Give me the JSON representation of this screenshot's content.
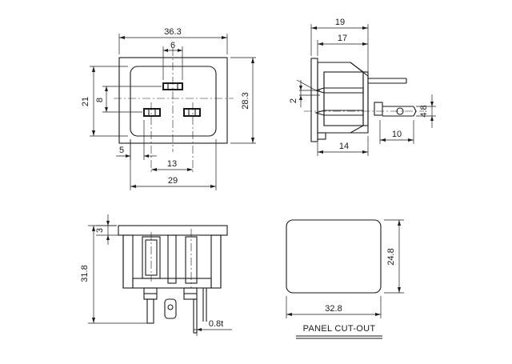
{
  "front_view": {
    "dim_overall_width": "36.3",
    "dim_top_pin_width": "6",
    "dim_overall_height": "28.3",
    "dim_body_height": "21",
    "dim_pin_row_spacing": "8",
    "dim_side_offset": "5",
    "dim_pin_spacing": "13",
    "dim_body_width": "29"
  },
  "side_view": {
    "dim_depth_overall": "19",
    "dim_depth_body": "17",
    "dim_flange_thickness": "2",
    "dim_terminal_width": "4.8",
    "dim_terminal_length": "10",
    "dim_inner_depth": "14"
  },
  "section_view": {
    "dim_flange": "3",
    "dim_total_height": "31.8",
    "dim_terminal_thickness": "0.8t"
  },
  "panel_cutout": {
    "dim_width": "32.8",
    "dim_height": "24.8",
    "caption": "PANEL CUT-OUT"
  }
}
